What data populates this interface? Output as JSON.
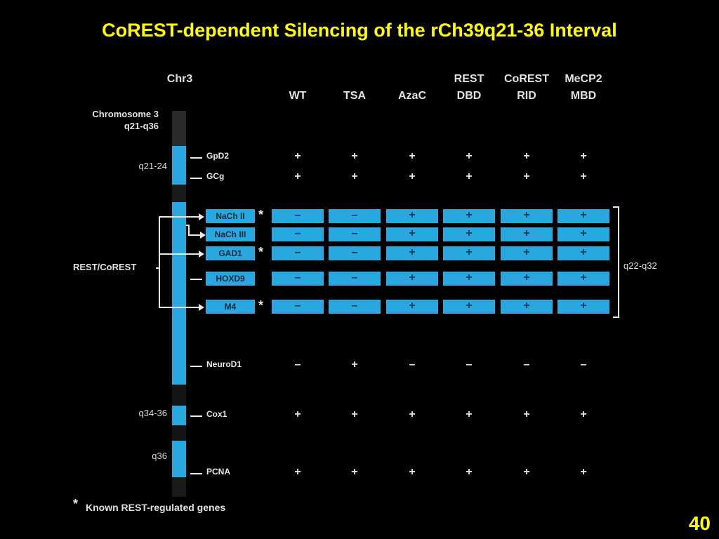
{
  "title": "CoREST-dependent Silencing of the rCh39q21-36 Interval",
  "slide_number": "40",
  "chromosome_header": "Chr3",
  "chromosome_label_line1": "Chromosome 3",
  "chromosome_label_line2": "q21-q36",
  "columns": [
    {
      "line1": "WT",
      "line2": ""
    },
    {
      "line1": "TSA",
      "line2": ""
    },
    {
      "line1": "AzaC",
      "line2": ""
    },
    {
      "line1": "REST",
      "line2": "DBD"
    },
    {
      "line1": "CoREST",
      "line2": "RID"
    },
    {
      "line1": "MeCP2",
      "line2": "MBD"
    }
  ],
  "regions": [
    {
      "label": "q21-24"
    },
    {
      "label": "q34-36"
    },
    {
      "label": "q36"
    }
  ],
  "rest_corest_label": "REST/CoREST",
  "bracket_label": "q22-q32",
  "footnote_symbol": "*",
  "footnote_text": "Known REST-regulated genes",
  "genes": [
    {
      "name": "GpD2",
      "boxed": false,
      "asterisk": false,
      "values": [
        "+",
        "+",
        "+",
        "+",
        "+",
        "+"
      ]
    },
    {
      "name": "GCg",
      "boxed": false,
      "asterisk": false,
      "values": [
        "+",
        "+",
        "+",
        "+",
        "+",
        "+"
      ]
    },
    {
      "name": "NaCh II",
      "boxed": true,
      "asterisk": true,
      "values": [
        "–",
        "–",
        "+",
        "+",
        "+",
        "+"
      ]
    },
    {
      "name": "NaCh III",
      "boxed": true,
      "asterisk": false,
      "values": [
        "–",
        "–",
        "+",
        "+",
        "+",
        "+"
      ]
    },
    {
      "name": "GAD1",
      "boxed": true,
      "asterisk": true,
      "values": [
        "–",
        "–",
        "+",
        "+",
        "+",
        "+"
      ]
    },
    {
      "name": "HOXD9",
      "boxed": true,
      "asterisk": false,
      "values": [
        "–",
        "–",
        "+",
        "+",
        "+",
        "+"
      ]
    },
    {
      "name": "M4",
      "boxed": true,
      "asterisk": true,
      "values": [
        "–",
        "–",
        "+",
        "+",
        "+",
        "+"
      ]
    },
    {
      "name": "NeuroD1",
      "boxed": false,
      "asterisk": false,
      "values": [
        "–",
        "+",
        "–",
        "–",
        "–",
        "–"
      ]
    },
    {
      "name": "Cox1",
      "boxed": false,
      "asterisk": false,
      "values": [
        "+",
        "+",
        "+",
        "+",
        "+",
        "+"
      ]
    },
    {
      "name": "PCNA",
      "boxed": false,
      "asterisk": false,
      "values": [
        "+",
        "+",
        "+",
        "+",
        "+",
        "+"
      ]
    }
  ],
  "colors": {
    "background": "#000000",
    "title": "#ffff00",
    "highlight": "#29a8e0",
    "line": "#e8e8e8"
  }
}
